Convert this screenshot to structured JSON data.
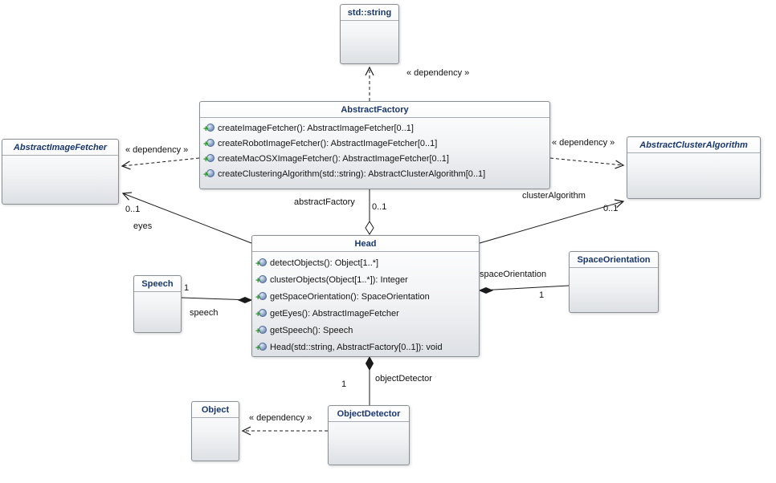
{
  "diagram": {
    "title": "UML class diagram",
    "colors": {
      "class_title": "#19376b",
      "connector": "#1a1a1a",
      "box_border": "#8a8f94",
      "method_icon_plus": "#1e9e1e"
    },
    "icons": {
      "method": "public-operation-plus-icon"
    },
    "classes": {
      "std_string": {
        "name": "std::string"
      },
      "abstract_factory": {
        "name": "AbstractFactory",
        "methods": [
          "createImageFetcher(): AbstractImageFetcher[0..1]",
          "createRobotImageFetcher(): AbstractImageFetcher[0..1]",
          "createMacOSXImageFetcher(): AbstractImageFetcher[0..1]",
          "createClusteringAlgorithm(std::string): AbstractClusterAlgorithm[0..1]"
        ]
      },
      "abstract_image_fetcher": {
        "name": "AbstractImageFetcher"
      },
      "abstract_cluster_algorithm": {
        "name": "AbstractClusterAlgorithm"
      },
      "head": {
        "name": "Head",
        "methods": [
          "detectObjects(): Object[1..*]",
          "clusterObjects(Object[1..*]): Integer",
          "getSpaceOrientation(): SpaceOrientation",
          "getEyes(): AbstractImageFetcher",
          "getSpeech(): Speech",
          "Head(std::string, AbstractFactory[0..1]): void"
        ]
      },
      "speech": {
        "name": "Speech"
      },
      "space_orientation": {
        "name": "SpaceOrientation"
      },
      "object": {
        "name": "Object"
      },
      "object_detector": {
        "name": "ObjectDetector"
      }
    },
    "labels": {
      "dependency_top": "« dependency »",
      "dependency_left": "« dependency »",
      "dependency_right": "« dependency »",
      "dependency_bottom": "« dependency »",
      "abstract_factory_role": "abstractFactory",
      "abstract_factory_mult": "0..1",
      "cluster_algorithm_role": "clusterAlgorithm",
      "cluster_algorithm_mult": "0..1",
      "eyes_role": "eyes",
      "eyes_mult": "0..1",
      "speech_role": "speech",
      "speech_mult": "1",
      "space_orientation_role": "spaceOrientation",
      "space_orientation_mult": "1",
      "object_detector_role": "objectDetector",
      "object_detector_mult": "1"
    }
  }
}
